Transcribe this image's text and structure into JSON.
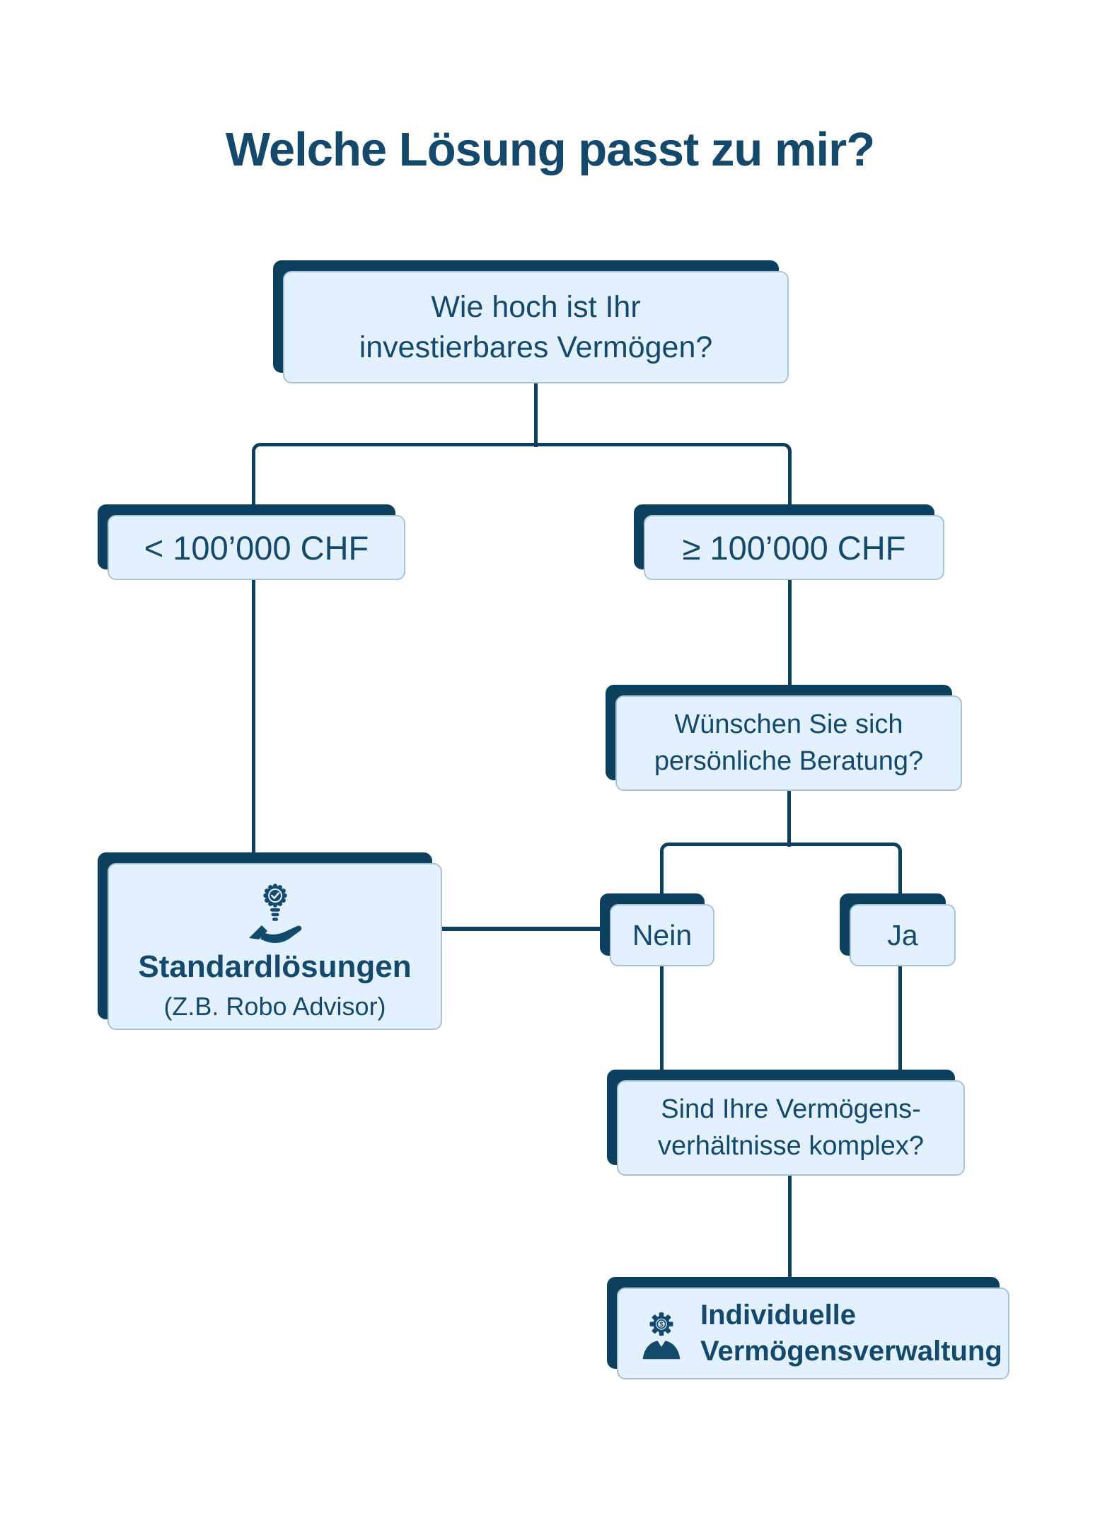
{
  "page": {
    "title": "Welche Lösung passt zu mir?"
  },
  "colors": {
    "navy_shadow": "#0d405f",
    "text_navy": "#15496b",
    "card_blue": "#e2f1fd",
    "card_border": "#a9c3d6",
    "background": "#ffffff"
  },
  "nodes": {
    "question_assets": {
      "lines": [
        "Wie hoch ist Ihr",
        "investierbares Vermögen?"
      ]
    },
    "branch_low": {
      "label": "< 100’000 CHF"
    },
    "branch_high": {
      "label": "≥ 100’000 CHF"
    },
    "question_advice": {
      "lines": [
        "Wünschen Sie sich",
        "persönliche Beratung?"
      ]
    },
    "answer_no": {
      "label": "Nein"
    },
    "answer_yes": {
      "label": "Ja"
    },
    "standard_solution": {
      "title": "Standardlösungen",
      "subtitle": "(Z.B. Robo Advisor)",
      "icon": "hand-holding-certified-bulb-icon"
    },
    "question_complex": {
      "lines": [
        "Sind Ihre Vermögens-",
        "verhältnisse komplex?"
      ]
    },
    "individual_solution": {
      "lines": [
        "Individuelle",
        "Vermögensverwaltung"
      ],
      "icon": "person-gear-dollar-icon"
    }
  }
}
